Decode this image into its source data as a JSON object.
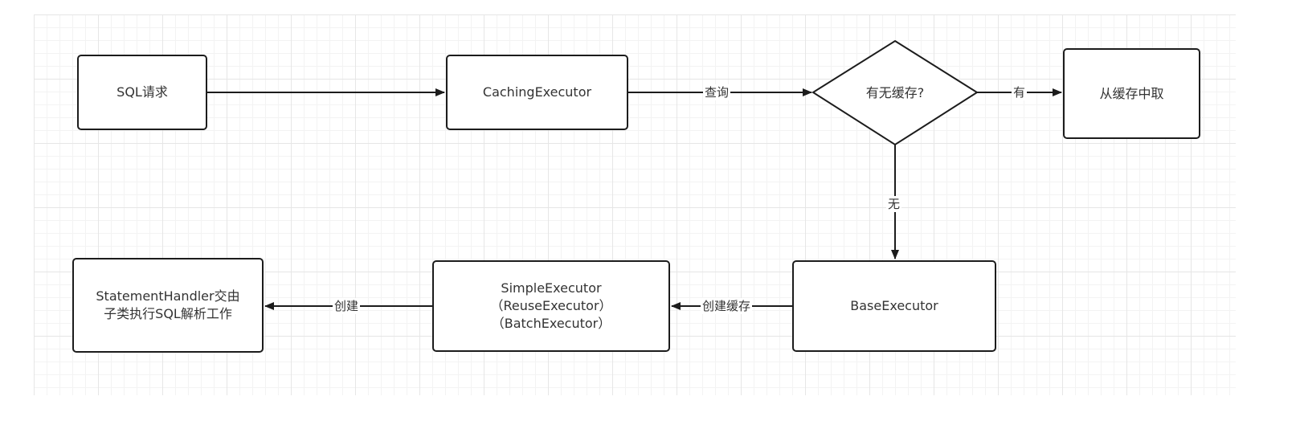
{
  "diagram": {
    "nodes": {
      "sql_request": {
        "label": "SQL请求"
      },
      "caching_executor": {
        "label": "CachingExecutor"
      },
      "has_cache": {
        "label": "有无缓存?"
      },
      "from_cache": {
        "label": "从缓存中取"
      },
      "base_executor": {
        "label": "BaseExecutor"
      },
      "simple_executor": {
        "lines": [
          "SimpleExecutor",
          "（ReuseExecutor）",
          "（BatchExecutor）"
        ]
      },
      "statement_handler": {
        "lines": [
          "StatementHandler交由",
          "子类执行SQL解析工作"
        ]
      }
    },
    "edges": {
      "query": {
        "label": "查询"
      },
      "yes": {
        "label": "有"
      },
      "no": {
        "label": "无"
      },
      "create_cache": {
        "label": "创建缓存"
      },
      "create": {
        "label": "创建"
      }
    },
    "colors": {
      "stroke": "#1c1c1c",
      "text": "#333333",
      "grid": "#e6e6e6"
    }
  }
}
